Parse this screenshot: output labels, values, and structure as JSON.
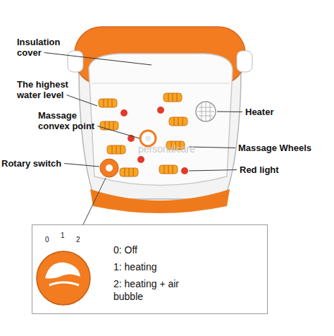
{
  "diagram": {
    "nodes": [
      {
        "text": [
          "0: Off",
          "1: heating",
          "2: heating + air bubble"
        ]
      }
    ],
    "labels": [
      "Insulation cover",
      "The highest water level",
      "Massage convex point",
      "Heater",
      "Massage Wheels",
      "Rotary switch",
      "Red light",
      "personalcare",
      "0",
      "1",
      "2"
    ]
  }
}
